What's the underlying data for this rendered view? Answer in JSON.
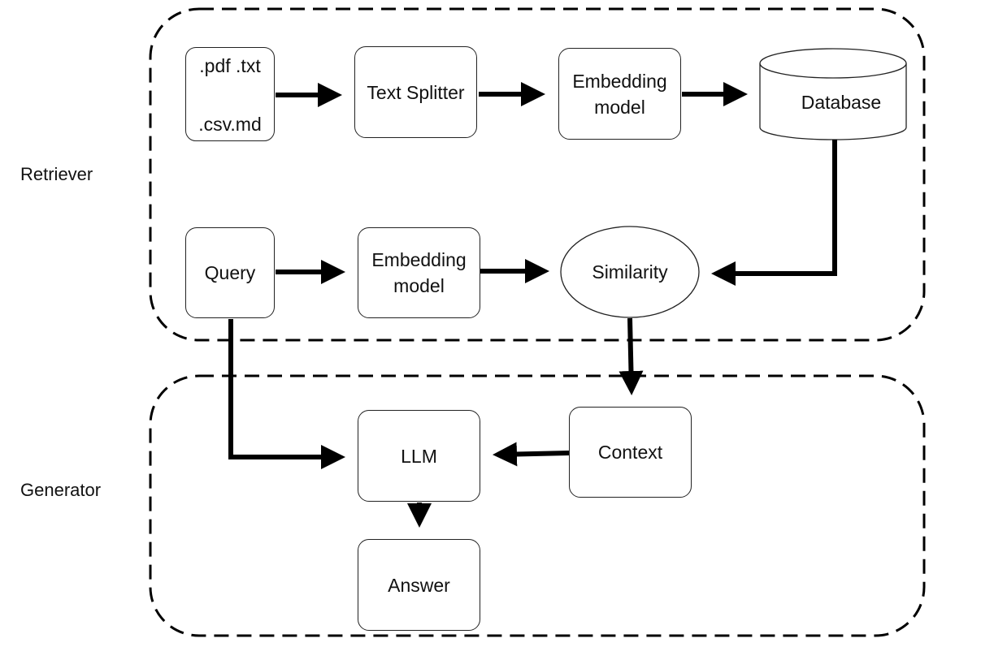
{
  "groups": {
    "retriever": "Retriever",
    "generator": "Generator"
  },
  "nodes": {
    "files_top": ".pdf .txt",
    "files_bottom": ".csv.md",
    "text_splitter": "Text Splitter",
    "embedding_top_line1": "Embedding",
    "embedding_top_line2": "model",
    "database": "Database",
    "query": "Query",
    "embedding_bottom_line1": "Embedding",
    "embedding_bottom_line2": "model",
    "similarity": "Similarity",
    "llm": "LLM",
    "context": "Context",
    "answer": "Answer"
  },
  "colors": {
    "stroke": "#000000",
    "background": "#ffffff"
  }
}
